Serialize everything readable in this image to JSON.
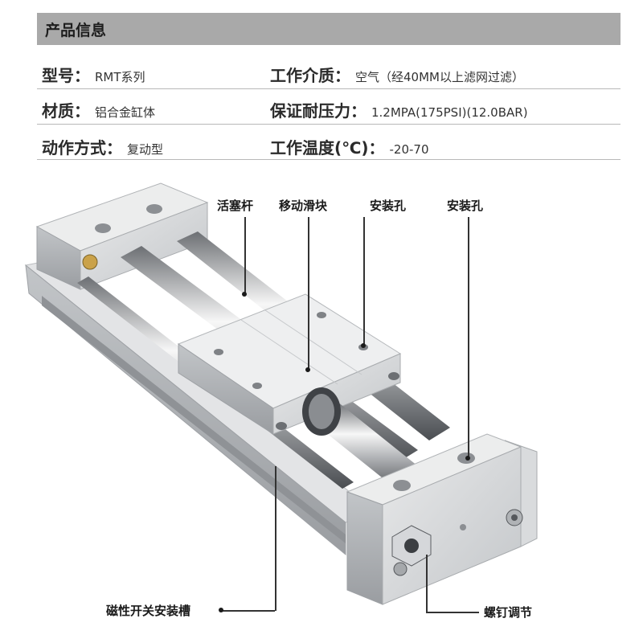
{
  "section_title": "产品信息",
  "specs": [
    {
      "key": "型号：",
      "value": "RMT系列"
    },
    {
      "key": "工作介质：",
      "value": "空气（经40MM以上滤网过滤）"
    },
    {
      "key": "材质：",
      "value": "铝合金缸体"
    },
    {
      "key": "保证耐压力：",
      "value": "1.2MPA(175PSI)(12.0BAR)"
    },
    {
      "key": "动作方式：",
      "value": "复动型"
    },
    {
      "key": "工作温度(℃)：",
      "value": "-20-70"
    }
  ],
  "callouts": {
    "piston_rod": "活塞杆",
    "moving_slider": "移动滑块",
    "mount_hole_1": "安装孔",
    "mount_hole_2": "安装孔",
    "magnetic_switch_slot": "磁性开关安装槽",
    "screw_adjust": "螺钉调节"
  },
  "colors": {
    "header_bg": "#a9a9a9",
    "aluminum": "#d4d6d8",
    "aluminum_dark": "#a7aaad"
  }
}
